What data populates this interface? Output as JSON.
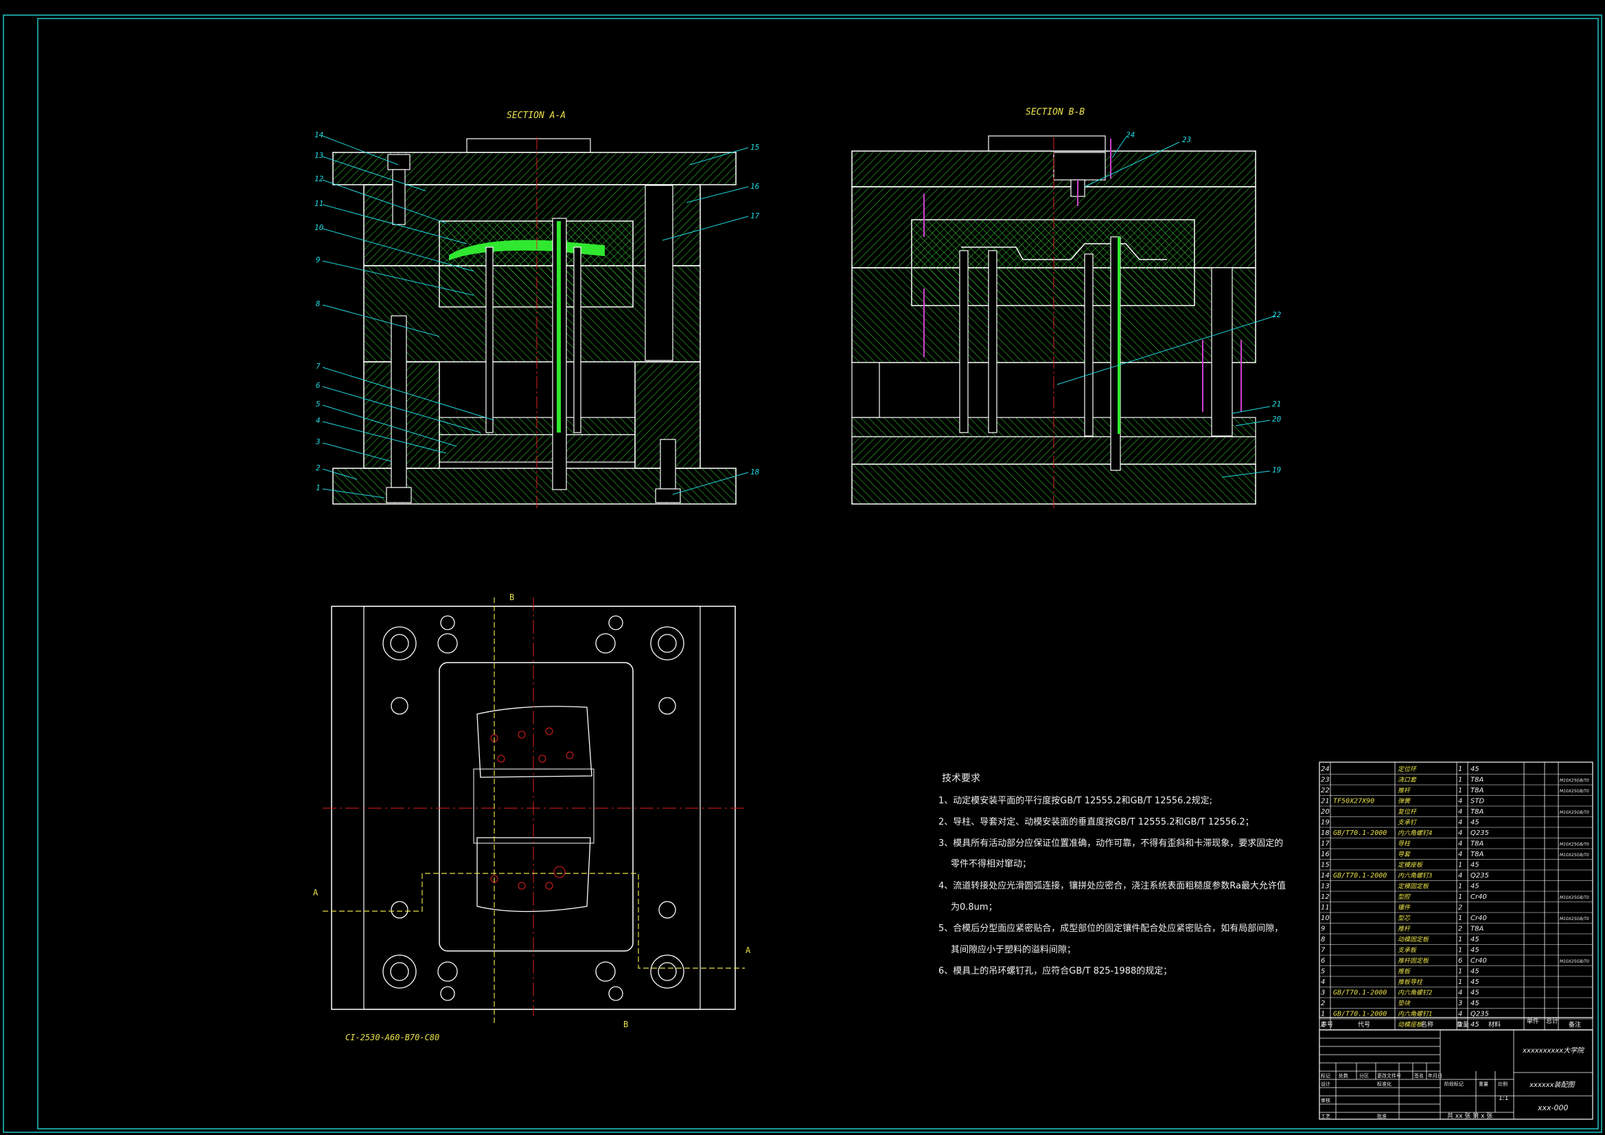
{
  "views": {
    "section_aa_title": "SECTION A-A",
    "section_bb_title": "SECTION B-B",
    "plan_note": "CI-2530-A60-B70-C80",
    "cut_b": "B",
    "cut_a": "A"
  },
  "balloons_aa_left": [
    "14",
    "13",
    "12",
    "11",
    "10",
    "9",
    "8",
    "7",
    "6",
    "5",
    "4",
    "3",
    "2",
    "1"
  ],
  "balloons_aa_right": [
    "15",
    "16",
    "17",
    "18"
  ],
  "balloons_bb": [
    "24",
    "23",
    "22",
    "21",
    "20",
    "19"
  ],
  "tech_req": {
    "title": "技术要求",
    "lines": [
      "1、动定模安装平面的平行度按GB/T 12555.2和GB/T 12556.2规定;",
      "2、导柱、导套对定、动模安装面的垂直度按GB/T 12555.2和GB/T 12556.2；",
      "3、模具所有活动部分应保证位置准确，动作可靠，不得有歪斜和卡滞现象，要求固定的",
      "零件不得相对窜动；",
      "4、流道转接处应光滑圆弧连接，镶拼处应密合，浇注系统表面粗糙度参数Ra最大允许值",
      "为0.8um；",
      "5、合模后分型面应紧密贴合，成型部位的固定镶件配合处应紧密贴合，如有局部间隙，",
      "其间隙应小于塑料的溢料间隙；",
      "6、模具上的吊环螺钉孔，应符合GB/T 825-1988的规定；"
    ]
  },
  "bom": {
    "rows": [
      {
        "no": "24",
        "code": "",
        "name": "定位环",
        "qty": "1",
        "mat": "45",
        "note": ""
      },
      {
        "no": "23",
        "code": "",
        "name": "浇口套",
        "qty": "1",
        "mat": "T8A",
        "note": "M10X25GB/T0"
      },
      {
        "no": "22",
        "code": "",
        "name": "推杆",
        "qty": "1",
        "mat": "T8A",
        "note": "M10X25GB/T0"
      },
      {
        "no": "21",
        "code": "TF50X27X90",
        "name": "弹簧",
        "qty": "4",
        "mat": "STD",
        "note": ""
      },
      {
        "no": "20",
        "code": "",
        "name": "复位杆",
        "qty": "4",
        "mat": "T8A",
        "note": "M10X25GB/T0"
      },
      {
        "no": "19",
        "code": "",
        "name": "支承钉",
        "qty": "4",
        "mat": "45",
        "note": ""
      },
      {
        "no": "18",
        "code": "GB/T70.1-2000",
        "name": "内六角螺钉4",
        "qty": "4",
        "mat": "Q235",
        "note": ""
      },
      {
        "no": "17",
        "code": "",
        "name": "导柱",
        "qty": "4",
        "mat": "T8A",
        "note": "M10X25GB/T0"
      },
      {
        "no": "16",
        "code": "",
        "name": "导套",
        "qty": "4",
        "mat": "T8A",
        "note": "M10X25GB/T0"
      },
      {
        "no": "15",
        "code": "",
        "name": "定模座板",
        "qty": "1",
        "mat": "45",
        "note": ""
      },
      {
        "no": "14",
        "code": "GB/T70.1-2000",
        "name": "内六角螺钉3",
        "qty": "4",
        "mat": "Q235",
        "note": ""
      },
      {
        "no": "13",
        "code": "",
        "name": "定模固定板",
        "qty": "1",
        "mat": "45",
        "note": ""
      },
      {
        "no": "12",
        "code": "",
        "name": "型腔",
        "qty": "1",
        "mat": "Cr40",
        "note": "M10X25GB/T0"
      },
      {
        "no": "11",
        "code": "",
        "name": "镶件",
        "qty": "2",
        "mat": "",
        "note": ""
      },
      {
        "no": "10",
        "code": "",
        "name": "型芯",
        "qty": "1",
        "mat": "Cr40",
        "note": "M10X25GB/T0"
      },
      {
        "no": "9",
        "code": "",
        "name": "推杆",
        "qty": "2",
        "mat": "T8A",
        "note": ""
      },
      {
        "no": "8",
        "code": "",
        "name": "动模固定板",
        "qty": "1",
        "mat": "45",
        "note": ""
      },
      {
        "no": "7",
        "code": "",
        "name": "支承板",
        "qty": "1",
        "mat": "45",
        "note": ""
      },
      {
        "no": "6",
        "code": "",
        "name": "推杆固定板",
        "qty": "6",
        "mat": "Cr40",
        "note": "M10X25GB/T0"
      },
      {
        "no": "5",
        "code": "",
        "name": "推板",
        "qty": "1",
        "mat": "45",
        "note": ""
      },
      {
        "no": "4",
        "code": "",
        "name": "推板导柱",
        "qty": "1",
        "mat": "45",
        "note": ""
      },
      {
        "no": "3",
        "code": "GB/T70.1-2000",
        "name": "内六角螺钉2",
        "qty": "4",
        "mat": "45",
        "note": ""
      },
      {
        "no": "2",
        "code": "",
        "name": "垫块",
        "qty": "3",
        "mat": "45",
        "note": ""
      },
      {
        "no": "1",
        "code": "GB/T70.1-2000",
        "name": "内六角螺钉1",
        "qty": "4",
        "mat": "Q235",
        "note": ""
      },
      {
        "no": "1",
        "code": "",
        "name": "动模座板",
        "qty": "1",
        "mat": "45",
        "note": ""
      }
    ],
    "header": {
      "no": "序号",
      "code": "代号",
      "name": "名称",
      "qty": "数量",
      "mat": "材料",
      "w1": "单件",
      "w2": "总计",
      "note": "备注"
    }
  },
  "title_block": {
    "school": "xxxxxxxxxx大学院",
    "drawing_name": "xxxxxx装配图",
    "drawing_no": "xxx-000",
    "scale": "1:1",
    "sheets": "共 xx 张  第 x 张",
    "labels": [
      "标记",
      "处数",
      "分区",
      "更改文件号",
      "签名",
      "年月日",
      "设计",
      "标准化",
      "阶段标记",
      "重量",
      "比例",
      "审核",
      "工艺",
      "批准"
    ]
  },
  "colors": {
    "border": "#20c8c8",
    "hatch": "#2fbf2f",
    "line": "#ffffff",
    "center": "#e02020",
    "text": "#e8e04a",
    "leader": "#20d8e0",
    "magenta": "#d040d0"
  }
}
